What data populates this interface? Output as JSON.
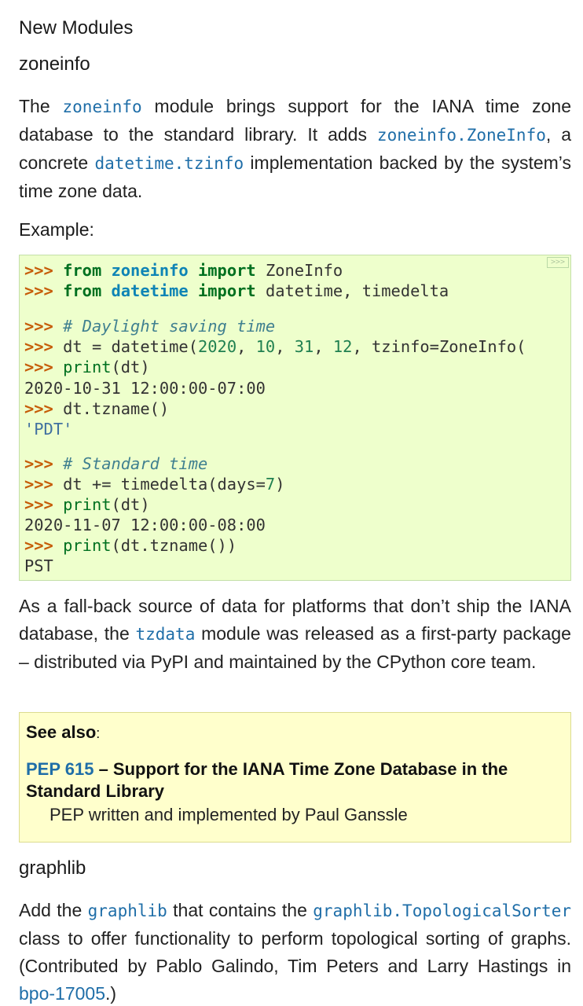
{
  "headings": {
    "new_modules": "New Modules",
    "zoneinfo": "zoneinfo",
    "graphlib": "graphlib"
  },
  "intro": {
    "t1": "The ",
    "c1": "zoneinfo",
    "t2": " module brings support for the IANA time zone database to the standard library. It adds ",
    "c2": "zoneinfo.ZoneInfo",
    "t3": ", a concrete ",
    "c3": "datetime.tzinfo",
    "t4": " implementation backed by the system’s time zone data."
  },
  "example_label": "Example:",
  "code_block": {
    "copy_label": ">>>",
    "lines": [
      [
        [
          ">>> ",
          "gp"
        ],
        [
          "from",
          "kn"
        ],
        [
          " ",
          ""
        ],
        [
          "zoneinfo",
          "nn"
        ],
        [
          " ",
          ""
        ],
        [
          "import",
          "kn"
        ],
        [
          " ZoneInfo",
          ""
        ]
      ],
      [
        [
          ">>> ",
          "gp"
        ],
        [
          "from",
          "kn"
        ],
        [
          " ",
          ""
        ],
        [
          "datetime",
          "nn"
        ],
        [
          " ",
          ""
        ],
        [
          "import",
          "kn"
        ],
        [
          " datetime, timedelta",
          ""
        ]
      ],
      [],
      [
        [
          ">>> ",
          "gp"
        ],
        [
          "# Daylight saving time",
          "c1"
        ]
      ],
      [
        [
          ">>> ",
          "gp"
        ],
        [
          "dt = datetime(",
          ""
        ],
        [
          "2020",
          "mi"
        ],
        [
          ", ",
          ""
        ],
        [
          "10",
          "mi"
        ],
        [
          ", ",
          ""
        ],
        [
          "31",
          "mi"
        ],
        [
          ", ",
          ""
        ],
        [
          "12",
          "mi"
        ],
        [
          ", tzinfo=ZoneInfo(",
          ""
        ]
      ],
      [
        [
          ">>> ",
          "gp"
        ],
        [
          "print",
          "nb"
        ],
        [
          "(dt)",
          ""
        ]
      ],
      [
        [
          "2020-10-31 12:00:00-07:00",
          "go"
        ]
      ],
      [
        [
          ">>> ",
          "gp"
        ],
        [
          "dt.tzname()",
          ""
        ]
      ],
      [
        [
          "'PDT'",
          "s1"
        ]
      ],
      [],
      [
        [
          ">>> ",
          "gp"
        ],
        [
          "# Standard time",
          "c1"
        ]
      ],
      [
        [
          ">>> ",
          "gp"
        ],
        [
          "dt += timedelta(days=",
          ""
        ],
        [
          "7",
          "mi"
        ],
        [
          ")",
          ""
        ]
      ],
      [
        [
          ">>> ",
          "gp"
        ],
        [
          "print",
          "nb"
        ],
        [
          "(dt)",
          ""
        ]
      ],
      [
        [
          "2020-11-07 12:00:00-08:00",
          "go"
        ]
      ],
      [
        [
          ">>> ",
          "gp"
        ],
        [
          "print",
          "nb"
        ],
        [
          "(dt.tzname())",
          ""
        ]
      ],
      [
        [
          "PST",
          "go"
        ]
      ]
    ]
  },
  "fallback": {
    "t1": "As a fall-back source of data for platforms that don’t ship the IANA database, the ",
    "c1": "tzdata",
    "t2": " module was released as a first-party package – distributed via PyPI and maintained by the CPython core team."
  },
  "see_also": {
    "title": "See also",
    "colon": ":",
    "pep_link": "PEP 615",
    "pep_title": " – Support for the IANA Time Zone Database in the Standard Library",
    "description": "PEP written and implemented by Paul Ganssle"
  },
  "graphlib_para": {
    "t1": "Add the ",
    "c1": "graphlib",
    "t2": " that contains the ",
    "c2": "graphlib.TopologicalSorter",
    "t3": " class to offer functionality to perform topological sorting of graphs. (Contributed by Pablo Galindo, Tim Peters and Larry Hastings in ",
    "link": "bpo-17005",
    "t4": ".)"
  }
}
